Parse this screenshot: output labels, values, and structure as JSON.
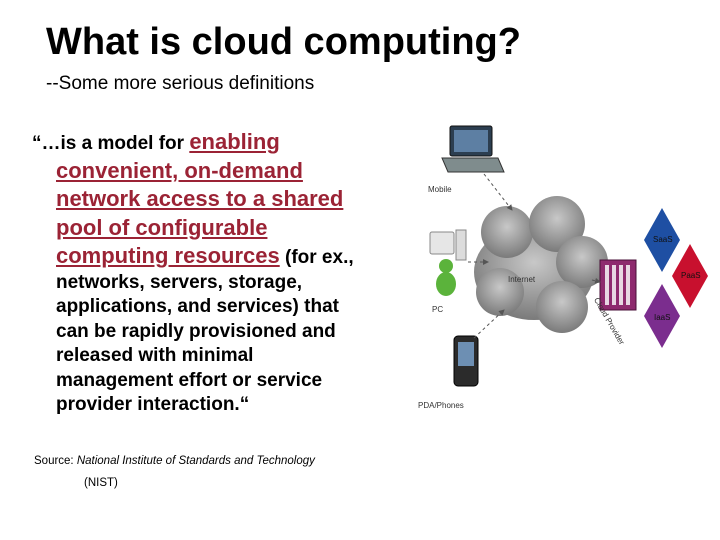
{
  "slide": {
    "title": "What is cloud computing?",
    "subtitle": "--Some more serious definitions",
    "quote": {
      "lead": "“…is a model for ",
      "highlight_first": "enabling",
      "highlight_lines": [
        "convenient, on-demand",
        "network access to a shared",
        "pool of configurable",
        "computing resources"
      ],
      "after_highlight": " (for ex.,",
      "rest_lines": [
        "networks, servers, storage,",
        "applications, and services) that",
        "can be rapidly provisioned and",
        "released with minimal",
        "management effort or service",
        "provider interaction.“"
      ]
    },
    "source": {
      "label": "Source: ",
      "institution": "National Institute of Standards and Technology",
      "abbr": "(NIST)"
    }
  },
  "diagram": {
    "labels": {
      "mobile": "Mobile",
      "internet": "Internet",
      "pc": "PC",
      "pda": "PDA/Phones",
      "cloud_provider": "Cloud Provider",
      "saas": "SaaS",
      "paas": "PaaS",
      "iaas": "IaaS"
    },
    "colors": {
      "saas": "#1e4fa3",
      "paas": "#c8102e",
      "iaas": "#7b2d8e",
      "cloud": "#8e8e8e",
      "provider_box": "#8e2a6e",
      "arrow": "#555555",
      "pc_green": "#5bb33b"
    }
  }
}
